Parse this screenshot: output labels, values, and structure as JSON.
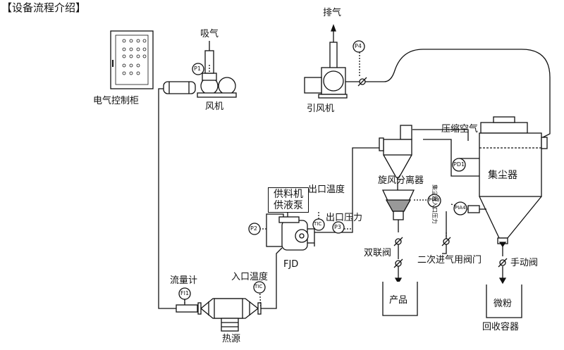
{
  "title": "【设备流程介绍】",
  "labels": {
    "control_cabinet": "电气控制柜",
    "suction": "吸气",
    "fan": "风机",
    "exhaust": "排气",
    "induced_fan": "引风机",
    "compressed_air": "压缩空气",
    "dust_collector": "集尘器",
    "cyclone": "旋风分离器",
    "collector_inlet_pressure": "集尘器入口压力",
    "outlet_temp": "出口温度",
    "outlet_pressure": "出口压力",
    "feeder_line1": "供料机",
    "feeder_line2": "供液泵",
    "fjd": "FJD",
    "double_valve": "双联阀",
    "secondary_valve": "二次进气用阀门",
    "manual_valve": "手动阀",
    "product": "产品",
    "fine_powder": "微粉",
    "recovery_container": "回收容器",
    "flowmeter": "流量计",
    "inlet_temp": "入口温度",
    "heat_source": "热源"
  },
  "instruments": {
    "p1": "P1",
    "p2": "P2",
    "p3": "P3",
    "p4": "P4",
    "pd1": "PD1",
    "pia3": "PIA3",
    "pia4": "PIA4",
    "tic1": "TIC",
    "tic2": "TIC",
    "fi1": "FI1"
  }
}
